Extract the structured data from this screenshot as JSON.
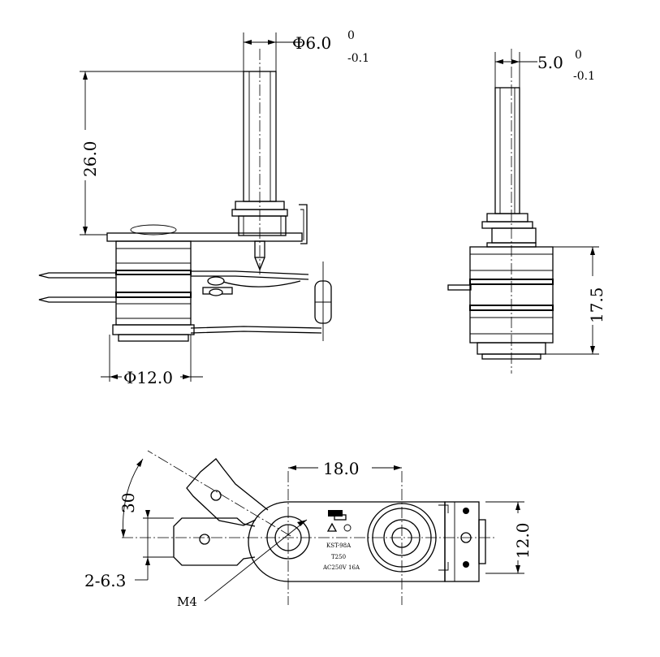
{
  "dimensions": {
    "shaft_diameter": "Φ6.0",
    "shaft_diameter_tol_upper": "0",
    "shaft_diameter_tol_lower": "-0.1",
    "shaft_length": "26.0",
    "body_diameter": "Φ12.0",
    "flat_width": "5.0",
    "flat_width_tol_upper": "0",
    "flat_width_tol_lower": "-0.1",
    "side_height": "17.5",
    "hole_spacing": "18.0",
    "base_width": "12.0",
    "terminal_angle": "30",
    "terminal_size": "2-6.3",
    "thread": "M4"
  },
  "marking": {
    "model": "KST-98A",
    "temp": "T250",
    "rating": "AC250V 16A"
  }
}
